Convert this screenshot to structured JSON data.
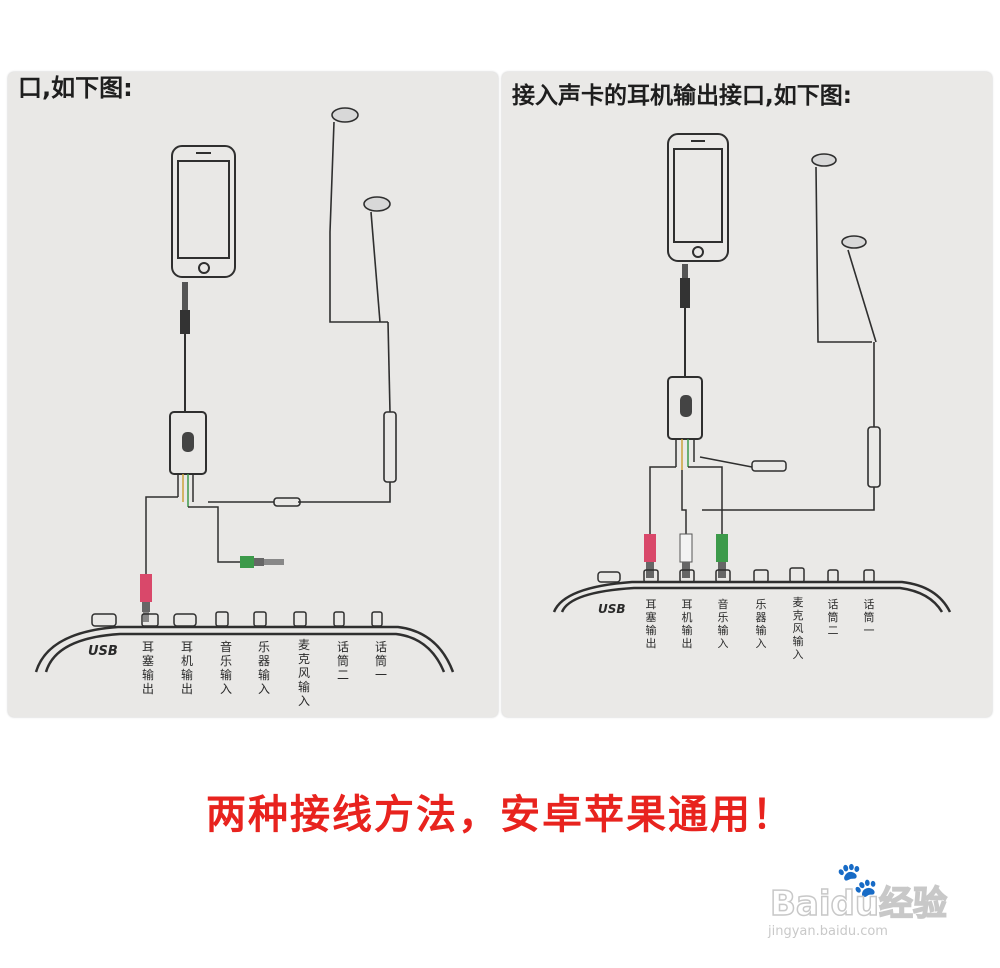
{
  "left_panel": {
    "top_text": "口,如下图:",
    "port_labels": [
      "耳塞输出",
      "耳机输出",
      "音乐输入",
      "乐器输入",
      "麦克风输入",
      "话筒二",
      "话筒一"
    ],
    "usb_label": "USB"
  },
  "right_panel": {
    "top_text": "接入声卡的耳机输出接口,如下图:",
    "port_labels": [
      "耳塞输出",
      "耳机输出",
      "音乐输入",
      "乐器输入",
      "麦克风输入",
      "话筒二",
      "话筒一"
    ],
    "usb_label": "USB"
  },
  "caption": "两种接线方法，安卓苹果通用！",
  "watermark": {
    "logo": "Baidu经验",
    "url": "jingyan.baidu.com"
  },
  "colors": {
    "caption": "#e8231e",
    "plug_red": "#d9486a",
    "plug_green": "#3c9a4a",
    "cable": "#3a3a3a",
    "panel_bg": "#e9e8e6"
  }
}
